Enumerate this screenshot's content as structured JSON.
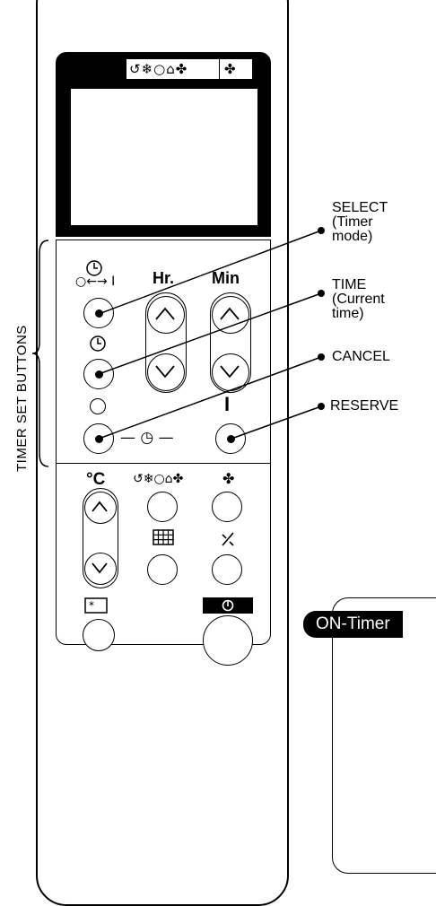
{
  "mode_icons": "↺❄○⌂✤",
  "fan_icon": "✤",
  "timer_set_buttons_label": "TIMER SET BUTTONS",
  "labels": {
    "hr": "Hr.",
    "min": "Min",
    "celsius": "°C",
    "mode_row": "↺❄○⌂✤",
    "fan": "✤",
    "select_symbol": "○←→ I",
    "reserve_mark": "I",
    "timer_line": "— ◷ —"
  },
  "annotations": {
    "select": [
      "SELECT",
      "(Timer",
      "mode)"
    ],
    "time": [
      "TIME",
      "(Current",
      "time)"
    ],
    "cancel": "CANCEL",
    "reserve": "RESERVE"
  },
  "on_timer_tab": "ON-Timer",
  "icons": {
    "clock": "clock-icon",
    "up": "up-arrow-icon",
    "down": "down-arrow-icon",
    "grid": "grid-icon",
    "swing": "swing-icon",
    "star": "star-icon",
    "power": "power-icon",
    "fan": "fan-icon"
  }
}
